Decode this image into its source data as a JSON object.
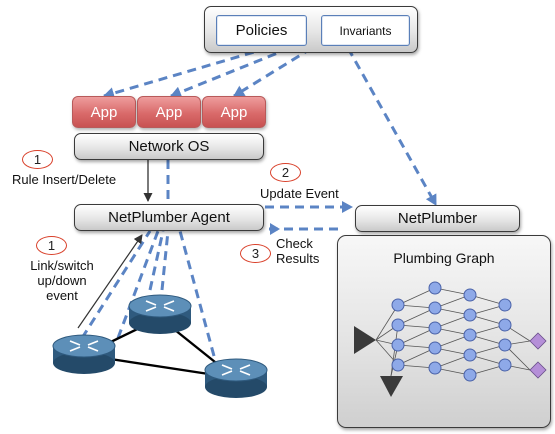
{
  "specs": {
    "policies": "Policies",
    "invariants": "Invariants"
  },
  "apps": [
    "App",
    "App",
    "App"
  ],
  "network_os": "Network OS",
  "agent": "NetPlumber Agent",
  "netplumber": "NetPlumber",
  "plumbing_graph": "Plumbing Graph",
  "steps": {
    "rule_insert": {
      "number": "1",
      "label": "Rule Insert/Delete"
    },
    "update_event": {
      "number": "2",
      "label": "Update Event"
    },
    "check_results": {
      "number": "3",
      "line1": "Check",
      "line2": "Results"
    },
    "link_event": {
      "number": "1",
      "line1": "Link/switch",
      "line2": "up/down",
      "line3": "event"
    }
  },
  "colors": {
    "dashed_link": "#5b84c4",
    "app_fill": "#d96a6a",
    "node_fill": "#8ea9e8",
    "router_fill": "#3d6f96",
    "badge_border": "#d9412b"
  },
  "icons": [
    "router-icon",
    "plumbing-graph-nodes",
    "triangle-marker-icon",
    "diamond-marker-icon"
  ]
}
